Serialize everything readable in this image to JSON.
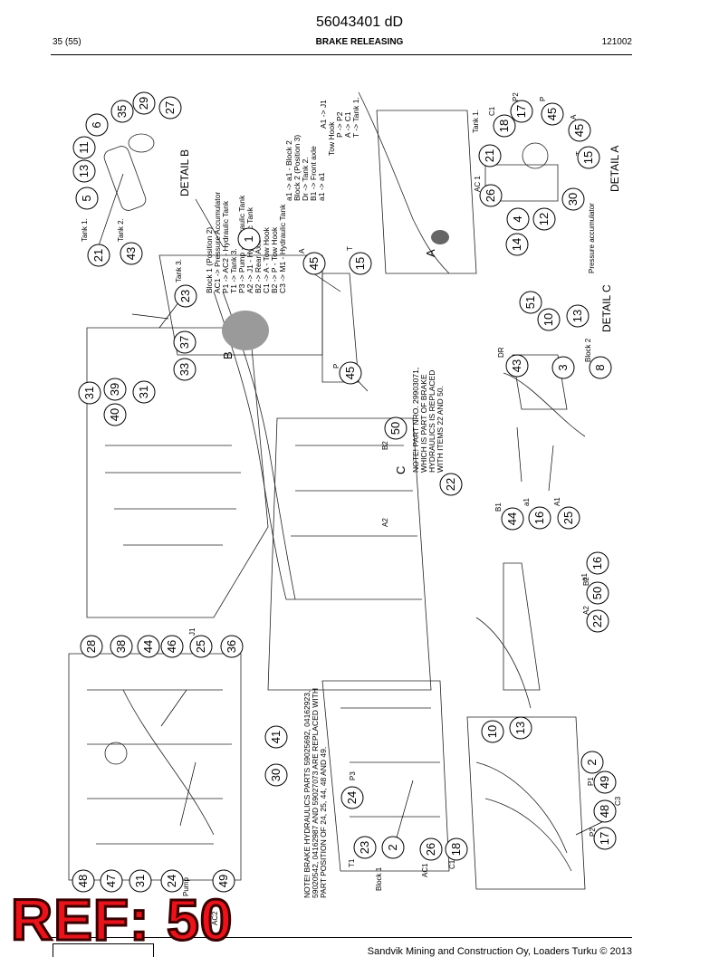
{
  "header": {
    "doc_number": "56043401 dD",
    "page": "35 (55)",
    "title": "BRAKE RELEASING",
    "code": "121002"
  },
  "footer": {
    "copyright": "Sandvik Mining and Construction Oy, Loaders Turku © 2013"
  },
  "watermark": "REF: 50",
  "detail_b": {
    "title": "DETAIL B",
    "block1": [
      "Block 1 (Position 2)",
      "AC1 -> Pressure Accumulator",
      "P1 -> AC2 - Hydraulic Tank",
      "T1 -> Tank 3.",
      "P3 -> Pump - Hydraulic Tank",
      "A2 -> J1 - Hydraulic Tank",
      "B2 -> Rear Axle",
      "C1 -> A - Tow Hook",
      "B2 -> P - Tow Hook",
      "C3 -> M1 - Hydraulic Tank"
    ],
    "block2": [
      "a1 -> a1 - Block 2",
      "Block 2 (Position 3)",
      "Dr -> Tank 2.",
      "B1 -> Front axle",
      "a1 -> a1"
    ],
    "tow_hook": [
      "A1 -> J1",
      "Tow Hook",
      "P -> P2",
      "A -> C1",
      "T -> Tank 1."
    ]
  },
  "detail_a": {
    "title": "DETAIL A",
    "pressure_acc": "Pressure accumulator"
  },
  "detail_c": {
    "title": "DETAIL C"
  },
  "notes": {
    "note1": [
      "NOTE! PART NRO. 29903071,",
      "WHICH IS PART OF BRAKE",
      "HYDRAULICS IS REPLACED",
      "WITH ITEMS 22 AND 50."
    ],
    "note2": [
      "NOTE! BRAKE HYDRAULICS PARTS 59025692, 04162923,",
      "59020542, 04162987 AND 59027073 ARE REPLACED WITH",
      "PART POSITION OF 24, 25, 44, 48 AND 49."
    ]
  },
  "labels": {
    "tank1": "Tank 1.",
    "tank2": "Tank 2.",
    "tank3": "Tank 3.",
    "view_a": "A",
    "view_b": "B",
    "view_c": "C",
    "port_a": "A",
    "port_t": "T",
    "port_p": "P",
    "port_p2": "P2",
    "port_c1": "C1",
    "port_ac1": "AC 1",
    "dr": "DR",
    "block2": "Block 2",
    "b1": "B1",
    "a1": "a1",
    "a1b": "A1",
    "b2": "B2",
    "a2": "A2",
    "a1c": "a1",
    "j1": "J1",
    "block1": "Block 1",
    "t1": "T1",
    "ac1": "AC1",
    "c1": "C1",
    "p3": "P3",
    "p1": "P1",
    "c3": "C3",
    "p2": "P2",
    "pump": "Pump",
    "ac2": "AC2",
    "j1b": "J1"
  },
  "callouts": {
    "c5": "5",
    "c13a": "13",
    "c11": "11",
    "c6": "6",
    "c35": "35",
    "c29": "29",
    "c27": "27",
    "c21a": "21",
    "c43a": "43",
    "c1": "1",
    "c23a": "23",
    "c37": "37",
    "c33": "33",
    "c31a": "31",
    "c39": "39",
    "c40": "40",
    "c31b": "31",
    "c45a": "45",
    "c15a": "15",
    "c45b": "45",
    "c17a": "17",
    "c45c": "45",
    "c18a": "18",
    "c21b": "21",
    "c45d": "45",
    "c15b": "15",
    "c26a": "26",
    "c4": "4",
    "c12": "12",
    "c14": "14",
    "c30a": "30",
    "c51": "51",
    "c10a": "10",
    "c13b": "13",
    "c43b": "43",
    "c3": "3",
    "c8": "8",
    "c44a": "44",
    "c16a": "16",
    "c25a": "25",
    "c50a": "50",
    "c22a": "22",
    "c16b": "16",
    "c50b": "50",
    "c22b": "22",
    "c28": "28",
    "c38": "38",
    "c44b": "44",
    "c46": "46",
    "c25b": "25",
    "c36": "36",
    "c41": "41",
    "c30b": "30",
    "c48a": "48",
    "c47": "47",
    "c31c": "31",
    "c24a": "24",
    "c49a": "49",
    "c24b": "24",
    "c23b": "23",
    "c2a": "2",
    "c26b": "26",
    "c18b": "18",
    "c10b": "10",
    "c13c": "13",
    "c2b": "2",
    "c49b": "49",
    "c48b": "48",
    "c17b": "17"
  }
}
